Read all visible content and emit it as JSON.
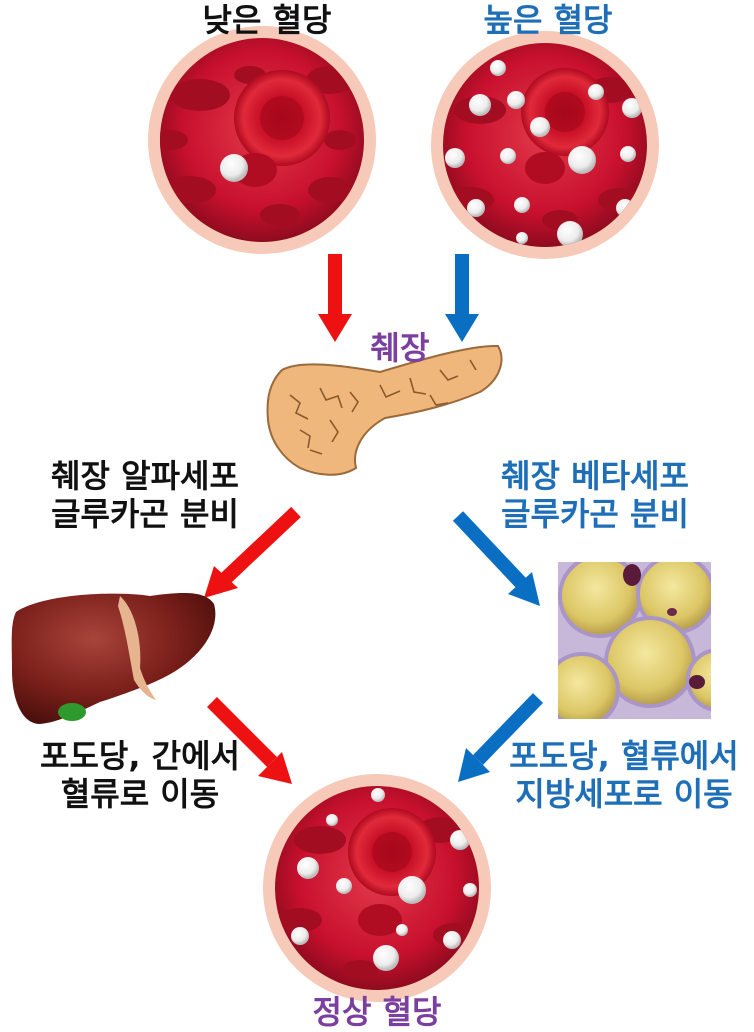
{
  "top": {
    "low_label": "낮은 혈당",
    "high_label": "높은 혈당"
  },
  "pancreas": {
    "label": "췌장"
  },
  "left_branch": {
    "cell_line": "췌장 알파세포",
    "action_line": "글루카곤 분비",
    "result_line1": "포도당, 간에서",
    "result_line2": "혈류로 이동"
  },
  "right_branch": {
    "cell_line": "췌장 베타세포",
    "action_line": "글루카곤 분비",
    "result_line1": "포도당, 혈류에서",
    "result_line2": "지방세포로 이동"
  },
  "bottom": {
    "normal_label": "정상 혈당"
  },
  "colors": {
    "red_arrow": "#ee1111",
    "blue_arrow": "#0a6fc2",
    "blue_text": "#1f6fb8",
    "purple_text": "#7b3fa0",
    "blood": "#c8102e",
    "pancreas": "#f0b77d",
    "liver": "#7a1f1a",
    "fat_cell": "#e8d77a"
  }
}
